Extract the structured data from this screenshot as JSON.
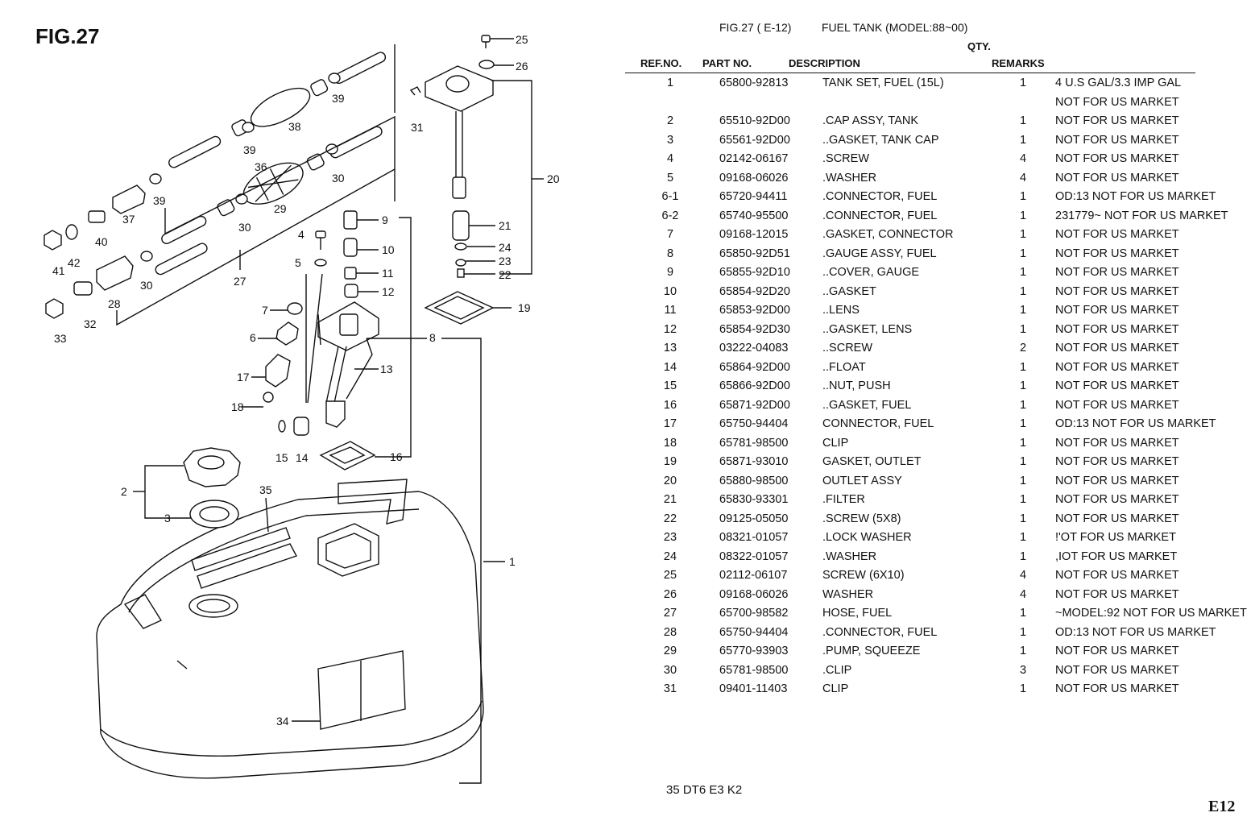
{
  "figure_label": "FIG.27",
  "header": {
    "figure_ref": "FIG.27 ( E-12)",
    "title": "FUEL TANK (MODEL:88~00)",
    "qty_label": "QTY."
  },
  "columns": {
    "ref_no": "REF.NO.",
    "part_no": "PART NO.",
    "description": "DESCRIPTION",
    "remarks": "REMARKS"
  },
  "parts": [
    {
      "ref": "1",
      "part": "65800-92813",
      "desc": "TANK SET, FUEL (15L)",
      "qty": "1",
      "remark": "4 U.S GAL/3.3 IMP GAL"
    },
    {
      "ref": "",
      "part": "",
      "desc": "",
      "qty": "",
      "remark": "NOT FOR US MARKET"
    },
    {
      "ref": "2",
      "part": "65510-92D00",
      "desc": ".CAP ASSY, TANK",
      "qty": "1",
      "remark": "NOT FOR US MARKET"
    },
    {
      "ref": "3",
      "part": "65561-92D00",
      "desc": "..GASKET, TANK CAP",
      "qty": "1",
      "remark": "NOT FOR US MARKET"
    },
    {
      "ref": "4",
      "part": "02142-06167",
      "desc": ".SCREW",
      "qty": "4",
      "remark": "NOT FOR US MARKET"
    },
    {
      "ref": "5",
      "part": "09168-06026",
      "desc": ".WASHER",
      "qty": "4",
      "remark": "NOT FOR US MARKET"
    },
    {
      "ref": "6-1",
      "part": "65720-94411",
      "desc": ".CONNECTOR, FUEL",
      "qty": "1",
      "remark": "OD:13 NOT FOR US MARKET"
    },
    {
      "ref": "6-2",
      "part": "65740-95500",
      "desc": ".CONNECTOR, FUEL",
      "qty": "1",
      "remark": "231779~ NOT FOR US MARKET"
    },
    {
      "ref": "7",
      "part": "09168-12015",
      "desc": ".GASKET, CONNECTOR",
      "qty": "1",
      "remark": "NOT FOR US MARKET"
    },
    {
      "ref": "8",
      "part": "65850-92D51",
      "desc": ".GAUGE ASSY, FUEL",
      "qty": "1",
      "remark": "NOT FOR US MARKET"
    },
    {
      "ref": "9",
      "part": "65855-92D10",
      "desc": "..COVER, GAUGE",
      "qty": "1",
      "remark": "NOT FOR US MARKET"
    },
    {
      "ref": "10",
      "part": "65854-92D20",
      "desc": "..GASKET",
      "qty": "1",
      "remark": "NOT FOR US MARKET"
    },
    {
      "ref": "11",
      "part": "65853-92D00",
      "desc": "..LENS",
      "qty": "1",
      "remark": "NOT FOR US MARKET"
    },
    {
      "ref": "12",
      "part": "65854-92D30",
      "desc": "..GASKET, LENS",
      "qty": "1",
      "remark": "NOT FOR US MARKET"
    },
    {
      "ref": "13",
      "part": "03222-04083",
      "desc": "..SCREW",
      "qty": "2",
      "remark": "NOT FOR US MARKET"
    },
    {
      "ref": "14",
      "part": "65864-92D00",
      "desc": "..FLOAT",
      "qty": "1",
      "remark": "NOT FOR US MARKET"
    },
    {
      "ref": "15",
      "part": "65866-92D00",
      "desc": "..NUT, PUSH",
      "qty": "1",
      "remark": "NOT FOR US MARKET"
    },
    {
      "ref": "16",
      "part": "65871-92D00",
      "desc": "..GASKET, FUEL",
      "qty": "1",
      "remark": "NOT FOR US MARKET"
    },
    {
      "ref": "17",
      "part": "65750-94404",
      "desc": "CONNECTOR, FUEL",
      "qty": "1",
      "remark": "OD:13 NOT FOR US MARKET"
    },
    {
      "ref": "18",
      "part": "65781-98500",
      "desc": "CLIP",
      "qty": "1",
      "remark": "NOT FOR US MARKET"
    },
    {
      "ref": "19",
      "part": "65871-93010",
      "desc": "GASKET, OUTLET",
      "qty": "1",
      "remark": "NOT FOR US MARKET"
    },
    {
      "ref": "20",
      "part": "65880-98500",
      "desc": "OUTLET ASSY",
      "qty": "1",
      "remark": "NOT FOR US MARKET"
    },
    {
      "ref": "21",
      "part": "65830-93301",
      "desc": ".FILTER",
      "qty": "1",
      "remark": "NOT FOR US MARKET"
    },
    {
      "ref": "22",
      "part": "09125-05050",
      "desc": ".SCREW (5X8)",
      "qty": "1",
      "remark": "NOT FOR US MARKET"
    },
    {
      "ref": "23",
      "part": "08321-01057",
      "desc": ".LOCK WASHER",
      "qty": "1",
      "remark": "!'OT FOR US MARKET"
    },
    {
      "ref": "24",
      "part": "08322-01057",
      "desc": ".WASHER",
      "qty": "1",
      "remark": ",IOT FOR US MARKET"
    },
    {
      "ref": "25",
      "part": "02112-06107",
      "desc": "SCREW (6X10)",
      "qty": "4",
      "remark": "NOT FOR US MARKET"
    },
    {
      "ref": "26",
      "part": "09168-06026",
      "desc": "WASHER",
      "qty": "4",
      "remark": "NOT FOR US MARKET"
    },
    {
      "ref": "27",
      "part": "65700-98582",
      "desc": "HOSE, FUEL",
      "qty": "1",
      "remark": "~MODEL:92 NOT FOR US MARKET"
    },
    {
      "ref": "28",
      "part": "65750-94404",
      "desc": ".CONNECTOR, FUEL",
      "qty": "1",
      "remark": "OD:13 NOT FOR US MARKET"
    },
    {
      "ref": "29",
      "part": "65770-93903",
      "desc": ".PUMP, SQUEEZE",
      "qty": "1",
      "remark": "NOT FOR US MARKET"
    },
    {
      "ref": "30",
      "part": "65781-98500",
      "desc": ".CLIP",
      "qty": "3",
      "remark": "NOT FOR US MARKET"
    },
    {
      "ref": "31",
      "part": "09401-11403",
      "desc": "CLIP",
      "qty": "1",
      "remark": "NOT FOR US MARKET"
    }
  ],
  "callouts": [
    "1",
    "2",
    "3",
    "4",
    "5",
    "6",
    "7",
    "8",
    "9",
    "10",
    "11",
    "12",
    "13",
    "14",
    "15",
    "16",
    "17",
    "18",
    "19",
    "20",
    "21",
    "22",
    "23",
    "24",
    "25",
    "26",
    "27",
    "28",
    "29",
    "30",
    "30",
    "30",
    "31",
    "32",
    "33",
    "34",
    "35",
    "36",
    "37",
    "38",
    "39",
    "39",
    "39",
    "40",
    "41",
    "42"
  ],
  "footer": "35 DT6 E3 K2",
  "page_id": "E12"
}
